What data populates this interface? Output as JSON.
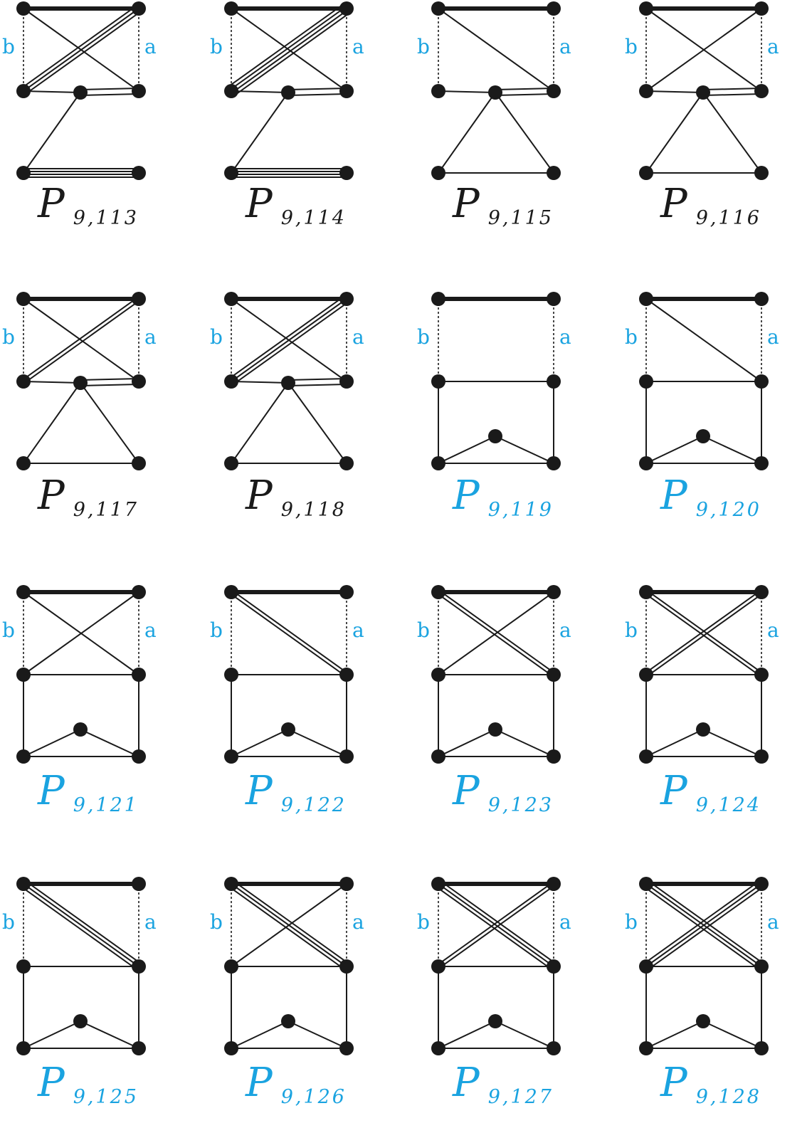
{
  "labels": {
    "left": "b",
    "right": "a"
  },
  "colors": {
    "highlight": "#1aa3e0",
    "ink": "#1a1a1a"
  },
  "graphs": [
    {
      "caption": {
        "main": "P",
        "sub": "9,113"
      },
      "highlight": false,
      "lower": "z"
    },
    {
      "caption": {
        "main": "P",
        "sub": "9,114"
      },
      "highlight": false,
      "lower": "z"
    },
    {
      "caption": {
        "main": "P",
        "sub": "9,115"
      },
      "highlight": false,
      "lower": "triangle"
    },
    {
      "caption": {
        "main": "P",
        "sub": "9,116"
      },
      "highlight": false,
      "lower": "triangle"
    },
    {
      "caption": {
        "main": "P",
        "sub": "9,117"
      },
      "highlight": false,
      "lower": "triangle"
    },
    {
      "caption": {
        "main": "P",
        "sub": "9,118"
      },
      "highlight": false,
      "lower": "triangle"
    },
    {
      "caption": {
        "main": "P",
        "sub": "9,119"
      },
      "highlight": true,
      "lower": "box"
    },
    {
      "caption": {
        "main": "P",
        "sub": "9,120"
      },
      "highlight": true,
      "lower": "box"
    },
    {
      "caption": {
        "main": "P",
        "sub": "9,121"
      },
      "highlight": true,
      "lower": "box"
    },
    {
      "caption": {
        "main": "P",
        "sub": "9,122"
      },
      "highlight": true,
      "lower": "box"
    },
    {
      "caption": {
        "main": "P",
        "sub": "9,123"
      },
      "highlight": true,
      "lower": "box"
    },
    {
      "caption": {
        "main": "P",
        "sub": "9,124"
      },
      "highlight": true,
      "lower": "box"
    },
    {
      "caption": {
        "main": "P",
        "sub": "9,125"
      },
      "highlight": true,
      "lower": "box"
    },
    {
      "caption": {
        "main": "P",
        "sub": "9,126"
      },
      "highlight": true,
      "lower": "box"
    },
    {
      "caption": {
        "main": "P",
        "sub": "9,127"
      },
      "highlight": true,
      "lower": "box"
    },
    {
      "caption": {
        "main": "P",
        "sub": "9,128"
      },
      "highlight": true,
      "lower": "box"
    }
  ]
}
